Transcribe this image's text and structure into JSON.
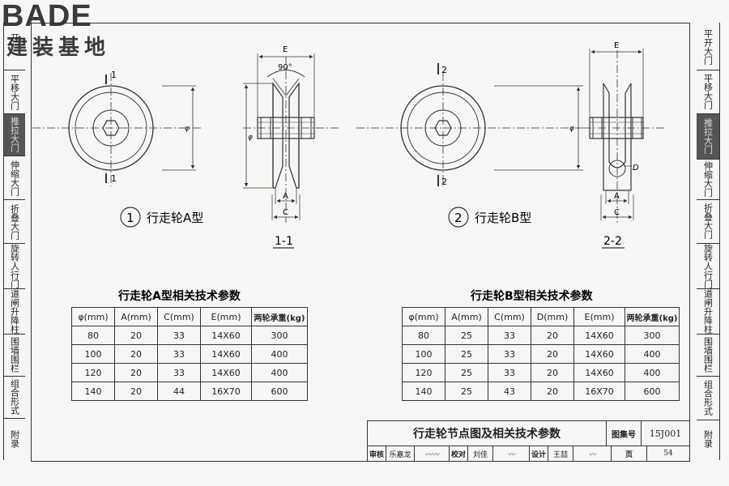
{
  "logo": {
    "brand": "BADE",
    "subtitle": "建装基地"
  },
  "left_tabs": [
    "开",
    "平移大门",
    "推拉大门",
    "伸缩大门",
    "折叠大门",
    "旋转人行门",
    "道闸升降柱",
    "围墙围栏",
    "组合形式",
    "附录"
  ],
  "right_tabs": [
    "平开大门",
    "平移大门",
    "推拉大门",
    "伸缩大门",
    "折叠大门",
    "旋转人行门",
    "道闸升降柱",
    "围墙围栏",
    "组合形式",
    "附录"
  ],
  "active_tab_index": 2,
  "drawing_a": {
    "number": "1",
    "caption": "行走轮A型",
    "section_mark": "1",
    "section_label": "1-1",
    "dim_e": "E",
    "dim_a": "A",
    "dim_c": "C",
    "angle": "90°",
    "dia": "φ"
  },
  "drawing_b": {
    "number": "2",
    "caption": "行走轮B型",
    "section_mark": "2",
    "section_label": "2-2",
    "dim_e": "E",
    "dim_a": "A",
    "dim_c": "C",
    "dim_d": "D",
    "dia": "φ"
  },
  "table_a": {
    "title": "行走轮A型相关技术参数",
    "headers": [
      "φ(mm)",
      "A(mm)",
      "C(mm)",
      "E(mm)",
      "两轮承重(kg)"
    ],
    "rows": [
      [
        "80",
        "20",
        "33",
        "14X60",
        "300"
      ],
      [
        "100",
        "20",
        "33",
        "14X60",
        "400"
      ],
      [
        "120",
        "20",
        "33",
        "14X60",
        "400"
      ],
      [
        "140",
        "20",
        "44",
        "16X70",
        "600"
      ]
    ]
  },
  "table_b": {
    "title": "行走轮B型相关技术参数",
    "headers": [
      "φ(mm)",
      "A(mm)",
      "C(mm)",
      "D(mm)",
      "E(mm)",
      "两轮承重(kg)"
    ],
    "rows": [
      [
        "80",
        "25",
        "33",
        "20",
        "14X60",
        "300"
      ],
      [
        "100",
        "25",
        "33",
        "20",
        "14X60",
        "400"
      ],
      [
        "120",
        "25",
        "33",
        "20",
        "14X60",
        "400"
      ],
      [
        "140",
        "25",
        "43",
        "20",
        "16X70",
        "600"
      ]
    ]
  },
  "title_block": {
    "title": "行走轮节点图及相关技术参数",
    "atlas_label": "图集号",
    "atlas_no": "15J001",
    "review_label": "审核",
    "review_name": "乐嘉龙",
    "check_label": "校对",
    "check_name": "刘佳",
    "design_label": "设计",
    "design_name": "王喆",
    "page_label": "页",
    "page_no": "54"
  }
}
